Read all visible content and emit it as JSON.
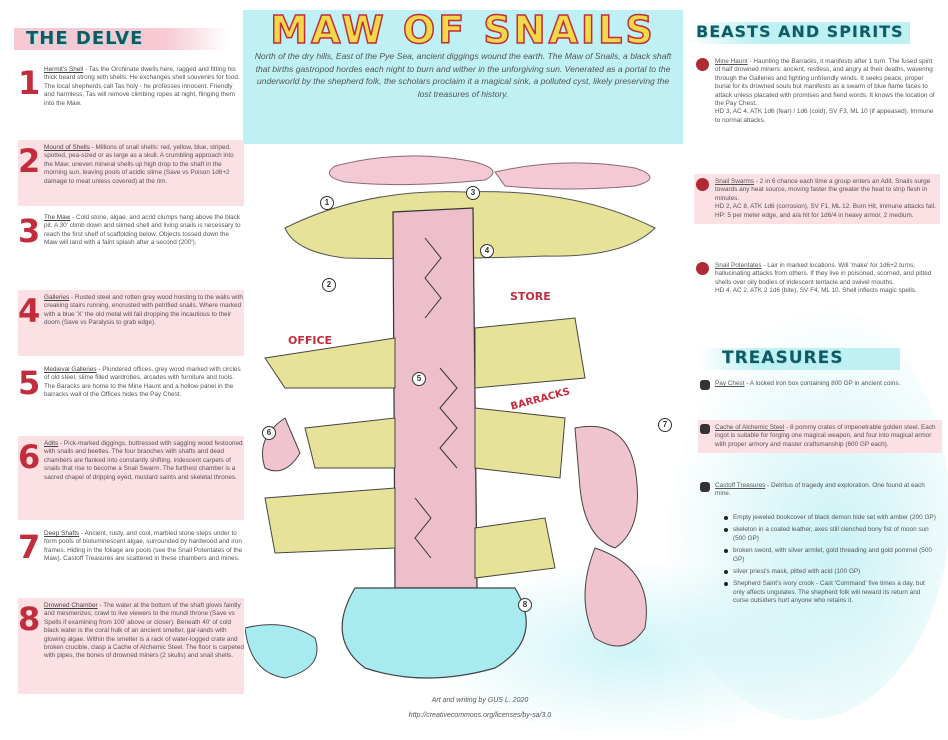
{
  "title": "MAW OF SNAILS",
  "intro": "North of the dry hills, East of the Pye Sea, ancient diggings wound the earth. The Maw of Snails, a black shaft that births gastropod hordes each night to burn and wither in the unforgiving sun. Venerated as a portal to the underworld by the shepherd folk, the scholars proclaim it a magical sink, a polluted cyst, likely preserving the lost treasures of history.",
  "delve": {
    "heading": "THE DELVE",
    "entries": [
      {
        "num": "1",
        "name": "Hermit's Shell",
        "text": " - Tas the Orchinate dwells here, ragged and fitting his thick beard strong with shells. He exchanges shell souvenirs for food. The local shepherds call Tas holy - he professes innocent. Friendly and harmless, Tas will remove climbing ropes at night, flinging them into the Maw."
      },
      {
        "num": "2",
        "name": "Mound of Shells",
        "text": " - Millions of snail shells: red, yellow, blue, striped, spotted, pea-sized or as large as a skull. A crumbling approach into the Maw; uneven mineral shells up high drop to the shaft in the morning sun, leaving pools of acidic slime (Save vs Poison 1d6+2 damage to meat unless covered) at the rim."
      },
      {
        "num": "3",
        "name": "The Maw",
        "text": " - Cold stone, algae, and acrid clumps hang above the black pit. A 30' climb down and slimed shell and living snails is necessary to reach the first shelf of scaffolding below. Objects tossed down the Maw will land with a faint splash after a second (200')."
      },
      {
        "num": "4",
        "name": "Galleries",
        "text": " - Rusted steel and rotten grey wood hoisting to the walls with creaking stairs running, encrusted with petrified snails. Where marked with a blue 'X' the old metal will fail dropping the incautious to their doom (Save vs Paralysis to grab edge)."
      },
      {
        "num": "5",
        "name": "Medieval Galleries",
        "text": " - Plundered offices, grey wood marked with circles of old steel, slime filled wardrobes, arcades with furniture and tools. The Baracks are home to the Mine Haunt and a hollow panel in the barracks wall of the Offices hides the Pay Chest."
      },
      {
        "num": "6",
        "name": "Adits",
        "text": " - Pick-marked diggings, buttressed with sagging wood festooned with snails and beetles. The four branches with shafts and dead chambers are flanked into constantly shifting, iridescent carpets of snails that rise to become a Snail Swarm. The furthest chamber is a sacred chapel of dripping eyed, mustard saints and skeletal thrones."
      },
      {
        "num": "7",
        "name": "Deep Shafts",
        "text": " - Ancient, rusty, and cool, marbled stone steps under to form pools of bioluminescent algae, surrounded by hardwood and iron frames. Hiding in the foliage are pools (see the Snail Potentates of the Maw). Castoff Treasures are scattered in these chambers and mines."
      },
      {
        "num": "8",
        "name": "Drowned Chamber",
        "text": " - The water at the bottom of the shaft glows faintly and mesmerizes; crawl to live viewers to the mundi throne (Save vs Spells if examining from 100' above or closer). Beneath 40' of cold black water is the coral hulk of an ancient smelter, gar-lands with glowing algae. Within the smelter is a rack of water-logged crate and broken crucible, clasp a Cache of Alchemic Steel. The floor is carpeted with pipes, the bones of drowned miners (2 skulls) and snail shells."
      }
    ]
  },
  "beasts": {
    "heading": "BEASTS AND SPIRITS",
    "entries": [
      {
        "name": "Mine Haunt",
        "text": " - Haunting the Barracks, it manifests after 1 turn. The fused spirit of half drowned miners: ancient, restless, and angry at their deaths, wavering through the Galleries and fighting unfriendly winds. It seeks peace, proper burial for its drowned souls but manifests as a swarm of blue flame faces to attack unless placated with promises and fiend words. It knows the location of the Pay Chest.",
        "stats": "HD 3, AC 4, ATK 1d6 (fear) / 1d6 (cold), SV F3, ML 10 (if appeased). Immune to normal attacks."
      },
      {
        "name": "Snail Swarms",
        "text": " - 2 in 6 chance each time a group enters an Adit. Snails surge towards any heat source, moving faster the greater the heat to strip flesh in minutes.",
        "stats": "HD 2, AC 8, ATK 1d6 (corrosion), SV F1, ML 12. Burn Hit, immune attacks fail. HP: 5 per meter edge, and a/a hit for 1d6/4 in heavy armor, 2 medium."
      },
      {
        "name": "Snail Potentates",
        "text": " - Lair in marked locations. Will 'make' for 1d6+2 turns, hallucinating attacks from others. If they live in poisoned, scorned, and pitted shells over oily bodies of iridescent tentacle and swivel mouths.",
        "stats": "HD 4, AC 2, ATK 2 1d6 (bite), SV F4, ML 10. Shell inflects magic spells."
      }
    ]
  },
  "treasures": {
    "heading": "TREASURES",
    "entries": [
      {
        "name": "Pay Chest",
        "text": " - A locked iron box containing 800 GP in ancient coins."
      },
      {
        "name": "Cache of Alchemic Steel",
        "text": " - 8 pommy crates of impenetrable golden steel. Each ingot is suitable for forging one magical weapon, and four into magical armor with proper armory and master craftsmanship (600 GP each)."
      },
      {
        "name": "Castoff Treasures",
        "text": " - Detritus of tragedy and exploration. One found at each mine."
      }
    ],
    "castoff_items": [
      "Empty jeweled bookcover of black demon hide set with amber (200 GP)",
      "skeleton in a coated leather, axes still clenched bony fist of moon sun (500 GP)",
      "broken sword, with silver armlet, gold threading and gold pommel (500 GP)",
      "silver priest's mask, pitted with acid (100 GP)",
      "Shepherd Saint's ivory crook - Cast 'Command' five times a day, but only affects ungulates. The shepherd folk will reward its return and curse outsiders hurt anyone who retains it."
    ]
  },
  "map_labels": {
    "office": "OFFICE",
    "store": "STORE",
    "barracks": "BARRACKS",
    "markers": [
      "1",
      "2",
      "3",
      "4",
      "5",
      "6",
      "7",
      "8"
    ]
  },
  "credits": {
    "line1": "Art and writing by GUS L.   2020",
    "line2": "http://creativecommons.org/licenses/by-sa/3.0"
  },
  "colors": {
    "accent_red": "#c22d3d",
    "header_teal": "#0f5b61",
    "pink_band": "#fbe0e4",
    "cyan_band": "#bff0f4",
    "tower_pink": "#ecbfca",
    "moss_yellow": "#e6e399"
  }
}
